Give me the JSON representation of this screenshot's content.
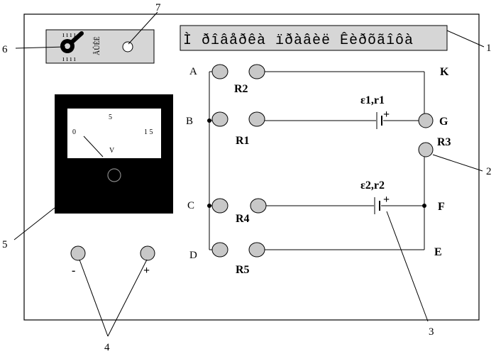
{
  "title_strip": {
    "text": "Ì ðîâåðêà ïðàâèë Êèðõãîôà"
  },
  "callouts": {
    "c1": "1",
    "c2": "2",
    "c3": "3",
    "c4": "4",
    "c5": "5",
    "c6": "6",
    "c7": "7"
  },
  "switch_panel": {
    "top_marks": "ı ı ı ı",
    "bottom_marks": "ı ı ı ı",
    "side_text": "ÂÛÊË"
  },
  "voltmeter": {
    "scale_0": "0",
    "scale_5": "5",
    "scale_15": "1 5",
    "unit": "V"
  },
  "terminals": {
    "minus": "-",
    "plus": "+"
  },
  "nodes": {
    "A": "A",
    "B": "B",
    "C": "C",
    "D": "D",
    "K": "K",
    "G": "G",
    "F": "F",
    "E": "E"
  },
  "resistors": {
    "R1": "R1",
    "R2": "R2",
    "R3": "R3",
    "R4": "R4",
    "R5": "R5"
  },
  "sources": {
    "e1": {
      "label": "ɛ1,r1",
      "sign": "+"
    },
    "e2": {
      "label": "ɛ2,r2",
      "sign": "+"
    }
  }
}
